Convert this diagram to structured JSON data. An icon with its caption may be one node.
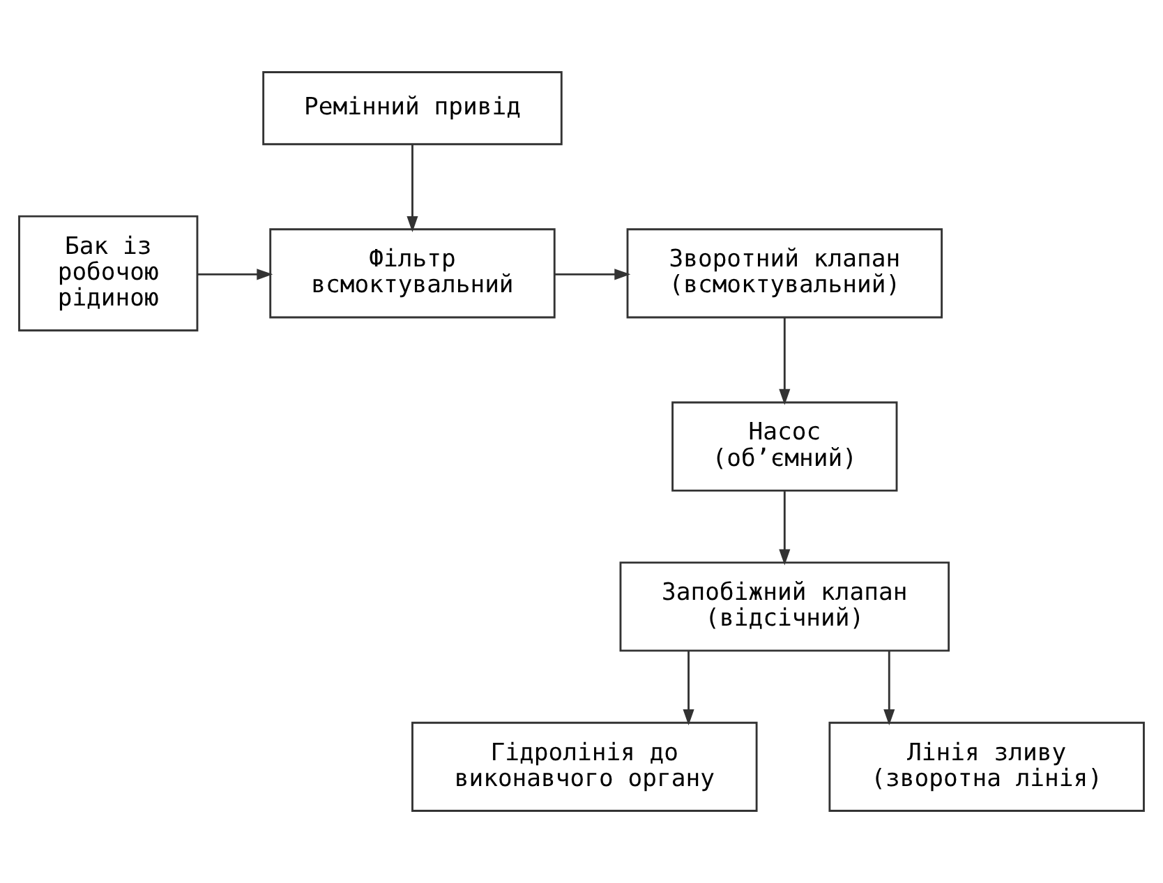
{
  "diagram": {
    "nodes": [
      {
        "text": [
          "Ремінний привід"
        ]
      },
      {
        "text": [
          "Бак із робочою рідиною"
        ]
      },
      {
        "text": [
          "Фільтр всмоктувальний"
        ]
      },
      {
        "text": [
          "Зворотний клапан (всмоктувальний)"
        ]
      },
      {
        "text": [
          "Насос (об’ємний)"
        ]
      },
      {
        "text": [
          "Запобіжний клапан (відсічний)"
        ]
      },
      {
        "text": [
          "Гідролінія до виконавчого органу"
        ]
      },
      {
        "text": [
          "Лінія зливу (зворотна лінія)"
        ]
      }
    ],
    "edges": [
      {
        "from": 0,
        "to": 2,
        "arrow": "to"
      },
      {
        "from": 1,
        "to": 2,
        "arrow": "to"
      },
      {
        "from": 2,
        "to": 3,
        "arrow": "to"
      },
      {
        "from": 3,
        "to": 4,
        "arrow": "to"
      },
      {
        "from": 4,
        "to": 5,
        "arrow": "to"
      },
      {
        "from": 5,
        "to": 6,
        "arrow": "to"
      },
      {
        "from": 5,
        "to": 7,
        "arrow": "to"
      }
    ]
  }
}
